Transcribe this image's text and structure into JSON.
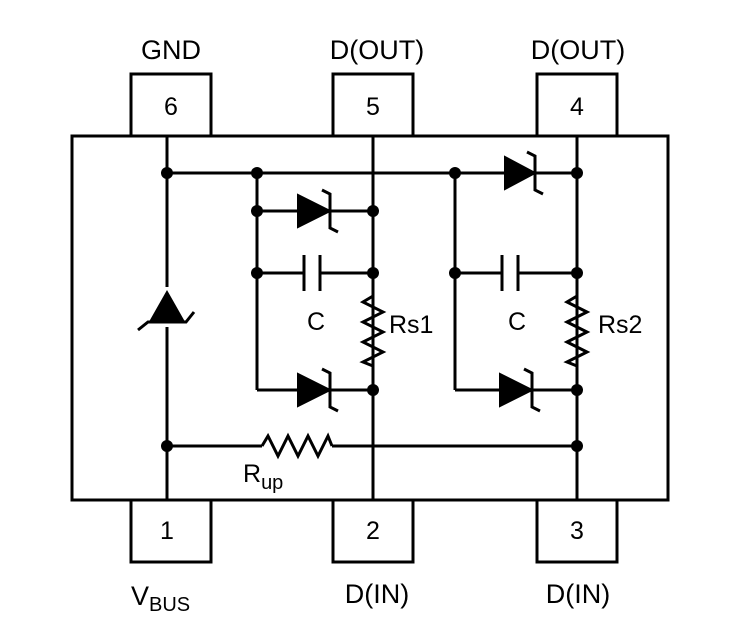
{
  "pins": {
    "p1": {
      "number": "1",
      "label_main": "V",
      "label_sub": "BUS"
    },
    "p2": {
      "number": "2",
      "label": "D(IN)"
    },
    "p3": {
      "number": "3",
      "label": "D(IN)"
    },
    "p4": {
      "number": "4",
      "label": "D(OUT)"
    },
    "p5": {
      "number": "5",
      "label": "D(OUT)"
    },
    "p6": {
      "number": "6",
      "label": "GND"
    }
  },
  "components": {
    "cap_left": "C",
    "cap_right": "C",
    "res_left": "Rs1",
    "res_right": "Rs2",
    "pullup_main": "R",
    "pullup_sub": "up"
  }
}
